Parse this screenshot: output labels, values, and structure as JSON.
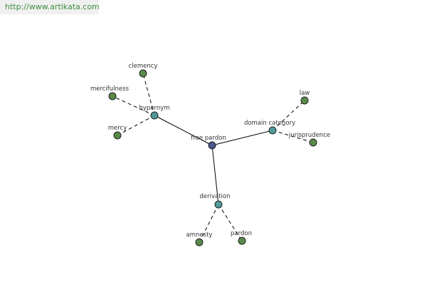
{
  "watermark": "http://www.artikata.com",
  "colors": {
    "center_node": "#4a5590",
    "relation_node": "#4f9a9a",
    "leaf_node": "#5a8a4a",
    "edge": "#000000",
    "watermark_text": "#3d8f3d"
  },
  "graph": {
    "center": "free pardon",
    "relations": [
      {
        "label": "hypernym",
        "leaves": [
          "clemency",
          "mercifulness",
          "mercy"
        ]
      },
      {
        "label": "domain category",
        "leaves": [
          "law",
          "jurisprudence"
        ]
      },
      {
        "label": "derivation",
        "leaves": [
          "amnesty",
          "pardon"
        ]
      }
    ]
  }
}
